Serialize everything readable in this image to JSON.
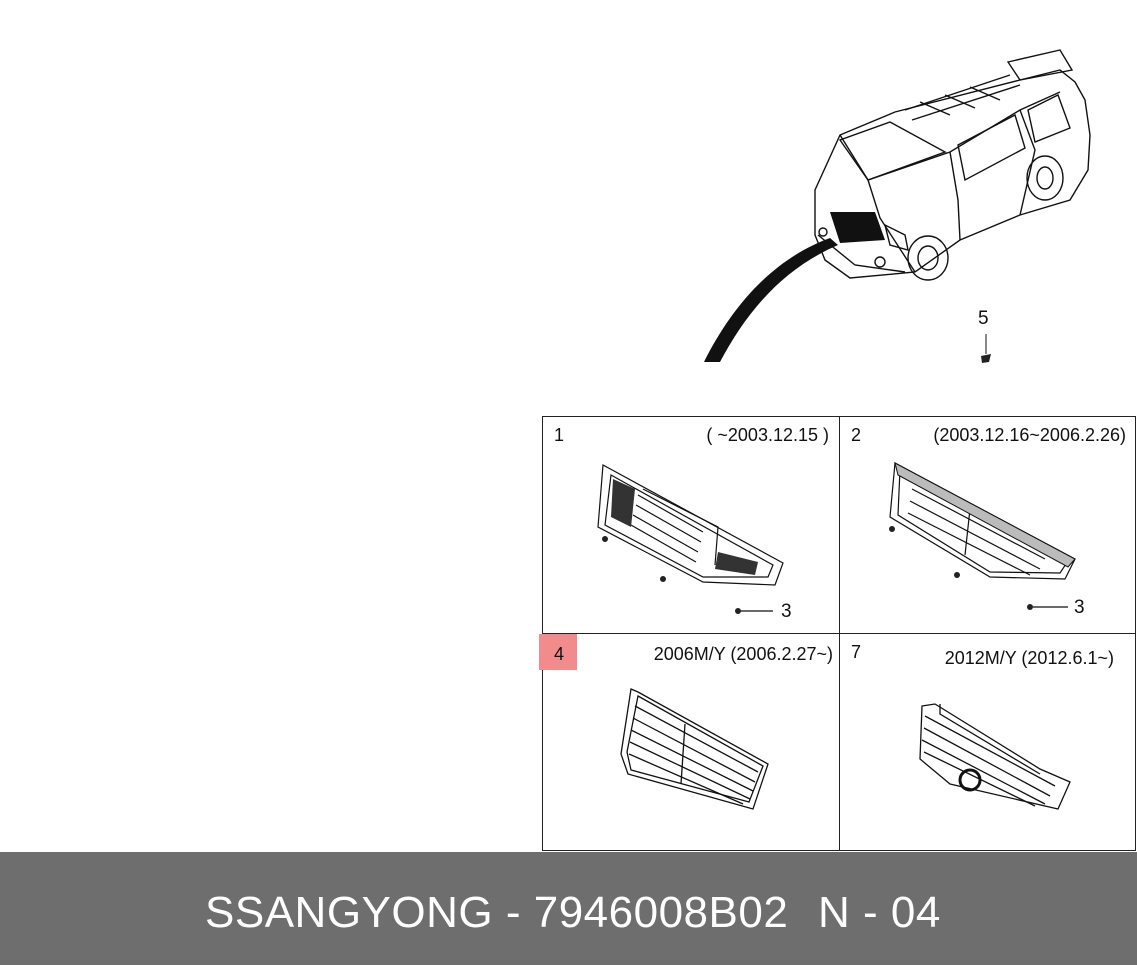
{
  "diagram": {
    "callout_5": "5",
    "panels": [
      {
        "number": "1",
        "range": "( ~2003.12.15 )",
        "fastener_callout": "3"
      },
      {
        "number": "2",
        "range": "(2003.12.16~2006.2.26)",
        "fastener_callout": "3"
      },
      {
        "number": "4",
        "range": "2006M/Y (2006.2.27~)",
        "highlighted": true,
        "highlight_color": "#f28b8b"
      },
      {
        "number": "7",
        "range": "2012M/Y (2012.6.1~)"
      }
    ]
  },
  "footer": {
    "brand_part": "SSANGYONG - 7946008B02",
    "page_ref": "N - 04",
    "background": "#6e6e6e"
  }
}
